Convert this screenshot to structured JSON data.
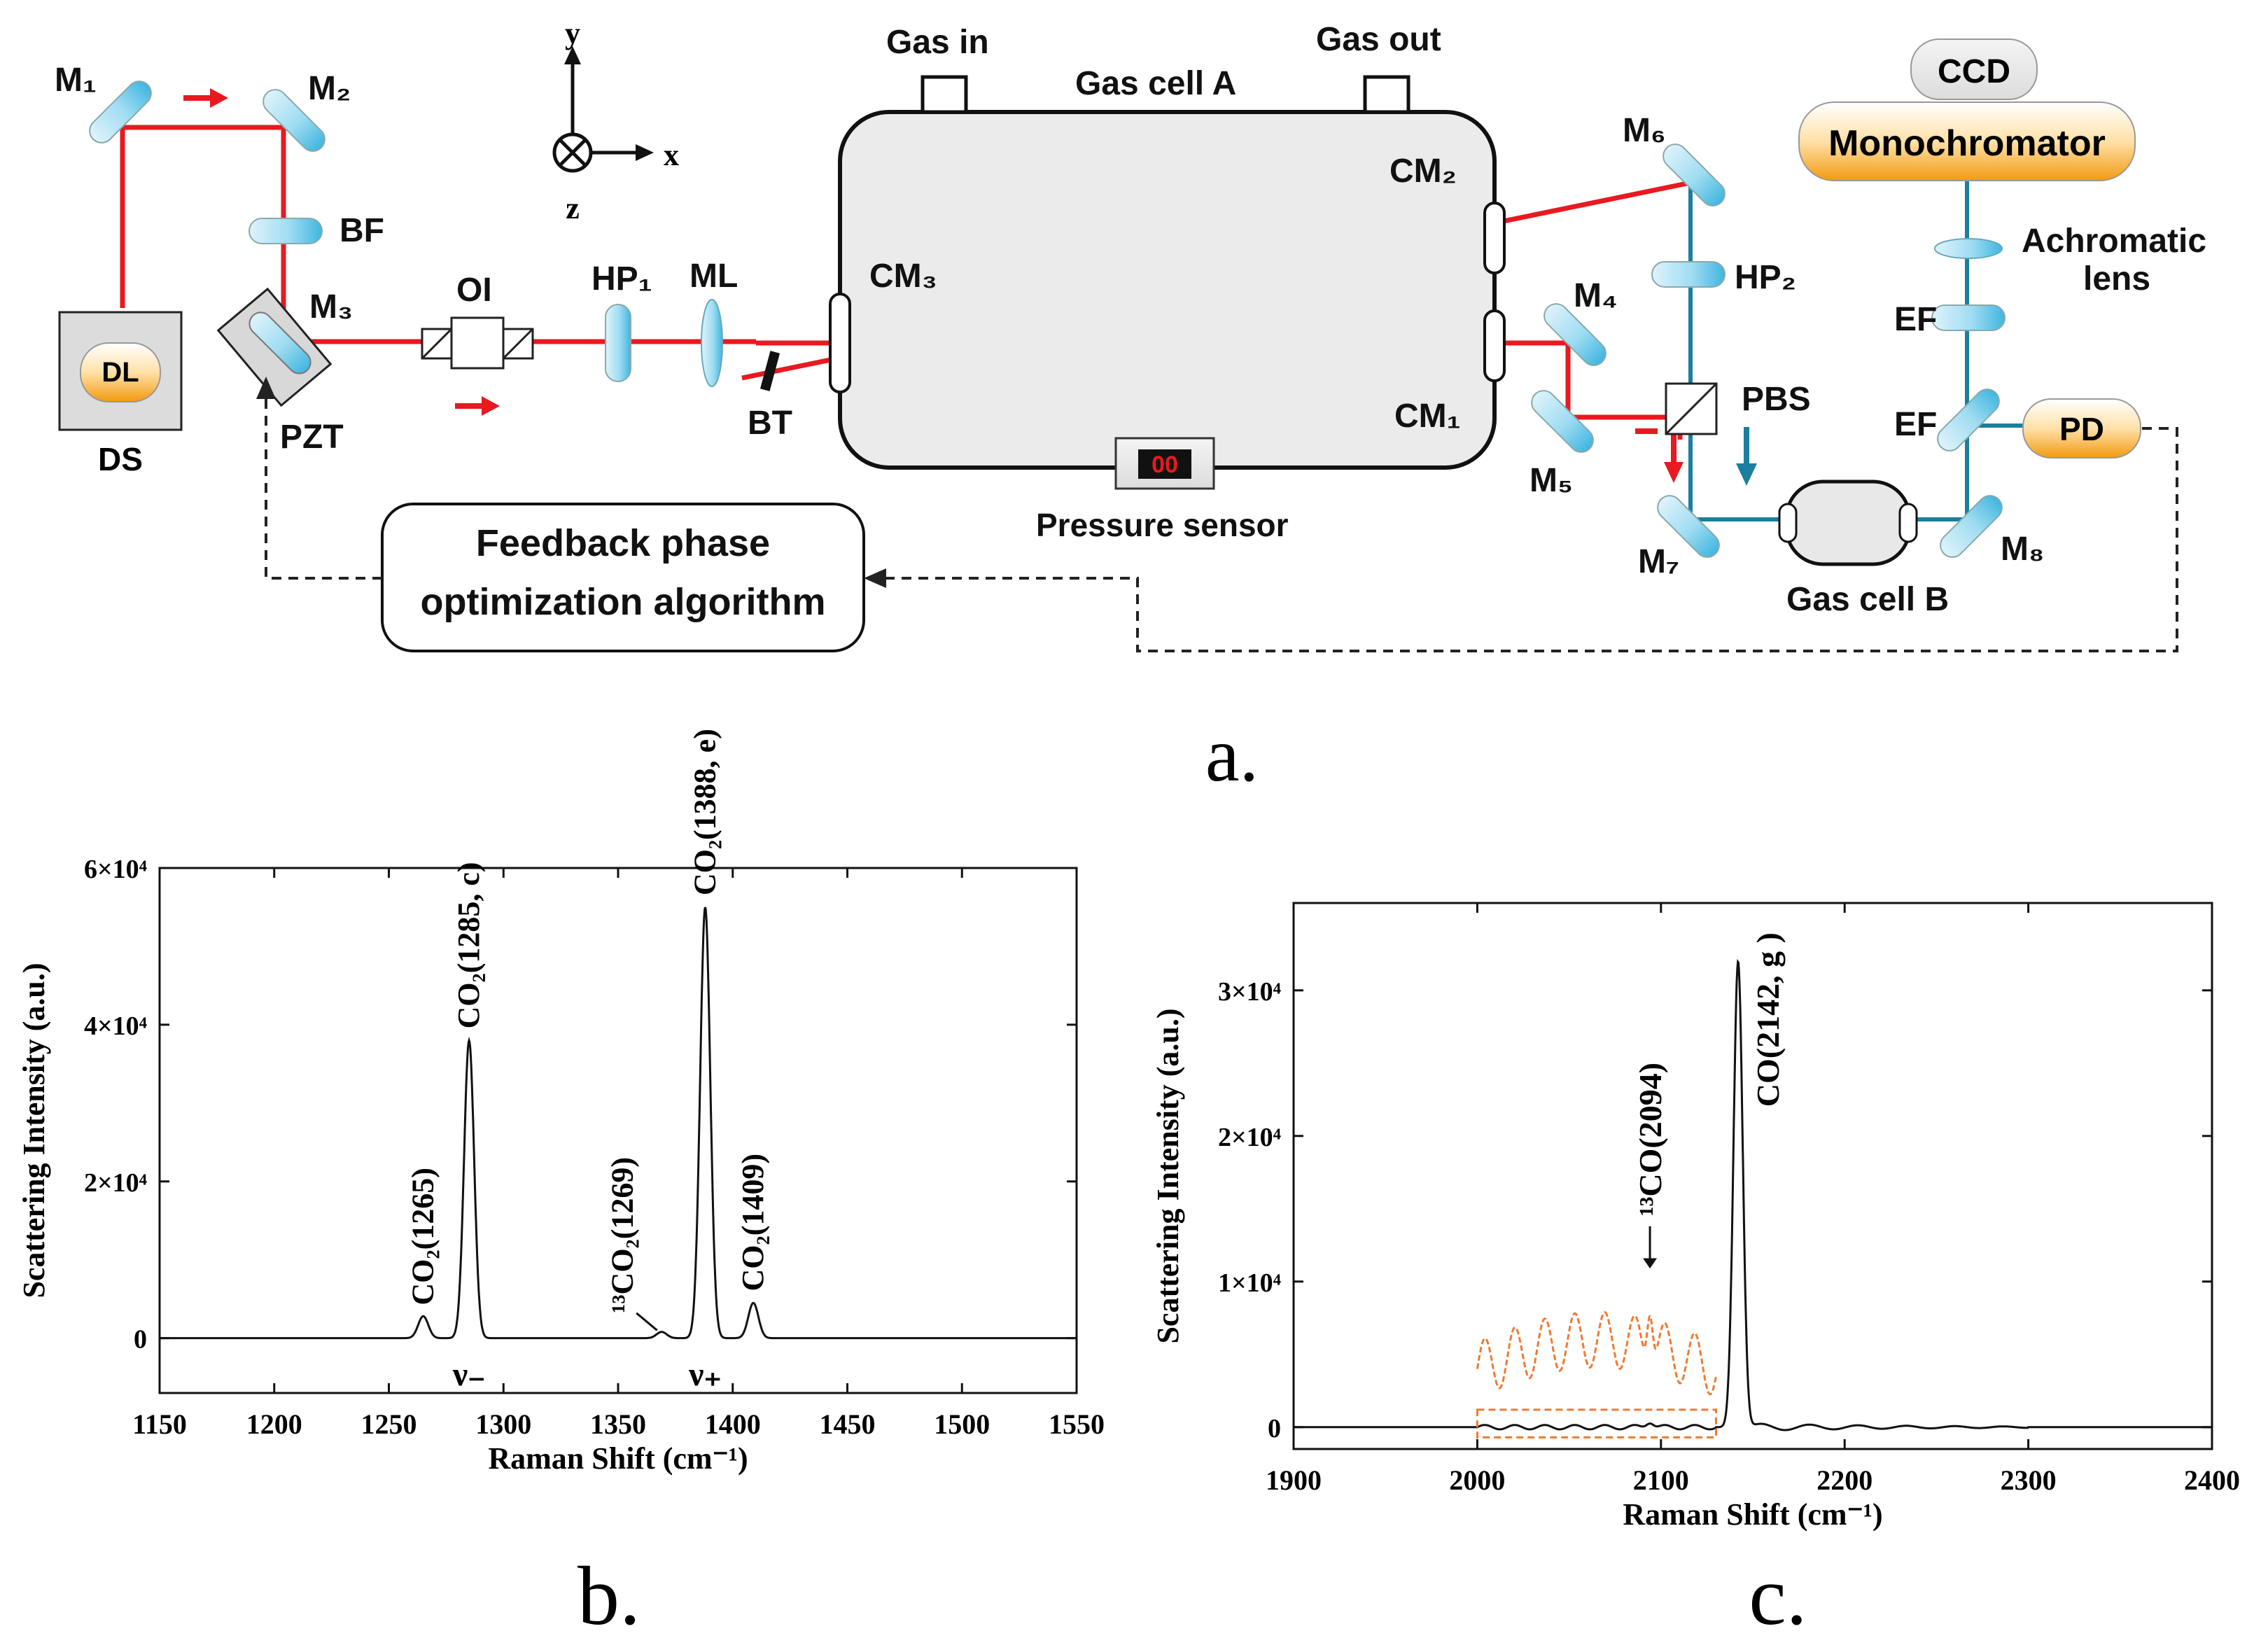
{
  "setup": {
    "labels": {
      "m1": "M₁",
      "m2": "M₂",
      "m3": "M₃",
      "m4": "M₄",
      "m5": "M₅",
      "m6": "M₆",
      "m7": "M₇",
      "m8": "M₈",
      "bf": "BF",
      "dl": "DL",
      "ds": "DS",
      "pzt": "PZT",
      "oi": "OI",
      "hp1": "HP₁",
      "hp2": "HP₂",
      "ml": "ML",
      "bt": "BT",
      "cm1": "CM₁",
      "cm2": "CM₂",
      "cm3": "CM₃",
      "gas_in": "Gas in",
      "gas_out": "Gas out",
      "gas_cell_a": "Gas cell A",
      "gas_cell_b": "Gas cell B",
      "pressure_sensor": "Pressure sensor",
      "pressure_display": "00",
      "pbs": "PBS",
      "ef_top": "EF",
      "ef_bottom": "EF",
      "pd": "PD",
      "ccd": "CCD",
      "monochromator": "Monochromator",
      "achromatic_1": "Achromatic",
      "achromatic_2": "lens",
      "feedback_1": "Feedback phase",
      "feedback_2": "optimization  algorithm",
      "axis_y": "y",
      "axis_x": "x",
      "axis_z": "z"
    },
    "colors": {
      "laser": "#e8191f",
      "stokes": "#1a7fa0",
      "optic": "#56c8ea",
      "amber": "#f5a020"
    }
  },
  "panel_labels": {
    "a": "a.",
    "b": "b.",
    "c": "c."
  },
  "chart_data": [
    {
      "type": "line",
      "panel": "b",
      "xlabel": "Raman Shift (cm⁻¹)",
      "ylabel": "Scattering Intensity (a.u.)",
      "xlim": [
        1150,
        1550
      ],
      "ylim": [
        -7000,
        60000
      ],
      "xticks": [
        1150,
        1200,
        1250,
        1300,
        1350,
        1400,
        1450,
        1500,
        1550
      ],
      "ytick_labels": [
        "0",
        "2×10⁴",
        "4×10⁴",
        "6×10⁴"
      ],
      "ytick_values": [
        0,
        20000,
        40000,
        60000
      ],
      "peaks": [
        {
          "x": 1265,
          "y": 2800,
          "w": 2.2
        },
        {
          "x": 1285,
          "y": 38000,
          "w": 2.2
        },
        {
          "x": 1369,
          "y": 800,
          "w": 2.2
        },
        {
          "x": 1388,
          "y": 55000,
          "w": 2.2
        },
        {
          "x": 1409,
          "y": 4500,
          "w": 2.2
        }
      ],
      "annotations": [
        "CO₂(1265)",
        "CO₂(1285, c)",
        "¹³CO₂(1269)",
        "CO₂(1388, e)",
        "CO₂(1409)"
      ],
      "band_labels": [
        "ν₋",
        "ν₊"
      ]
    },
    {
      "type": "line",
      "panel": "c",
      "xlabel": "Raman Shift (cm⁻¹)",
      "ylabel": "Scattering Intensity (a.u.)",
      "xlim": [
        1900,
        2400
      ],
      "ylim": [
        -1500,
        36000
      ],
      "xticks": [
        1900,
        2000,
        2100,
        2200,
        2300,
        2400
      ],
      "ytick_labels": [
        "0",
        "1×10⁴",
        "2×10⁴",
        "3×10⁴"
      ],
      "ytick_values": [
        0,
        10000,
        20000,
        30000
      ],
      "peaks": [
        {
          "x": 2142,
          "y": 32000,
          "w": 2.5
        },
        {
          "x": 2094,
          "y": 400,
          "w": 2.0
        }
      ],
      "annotations": [
        "¹³CO(2094)",
        "CO(2142, g )"
      ]
    }
  ]
}
